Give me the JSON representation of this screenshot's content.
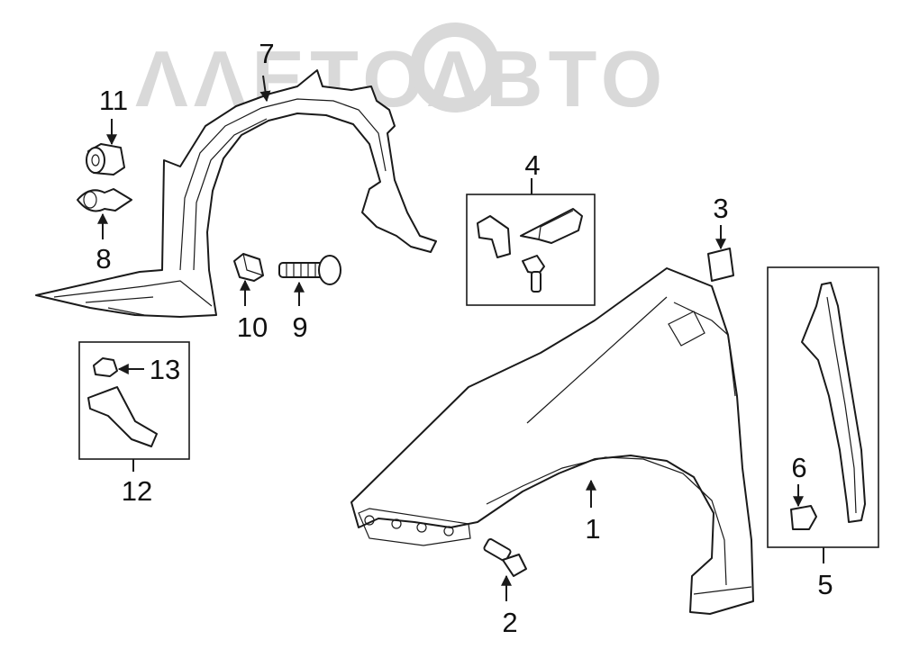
{
  "watermark": {
    "text": "ΛΛΕΤΟΛΒΤΟ"
  },
  "callouts": [
    "1",
    "2",
    "3",
    "4",
    "5",
    "6",
    "7",
    "8",
    "9",
    "10",
    "11",
    "12",
    "13"
  ],
  "colors": {
    "line": "#1a1a1a",
    "watermark": "#d9d9d9",
    "background": "#ffffff"
  }
}
